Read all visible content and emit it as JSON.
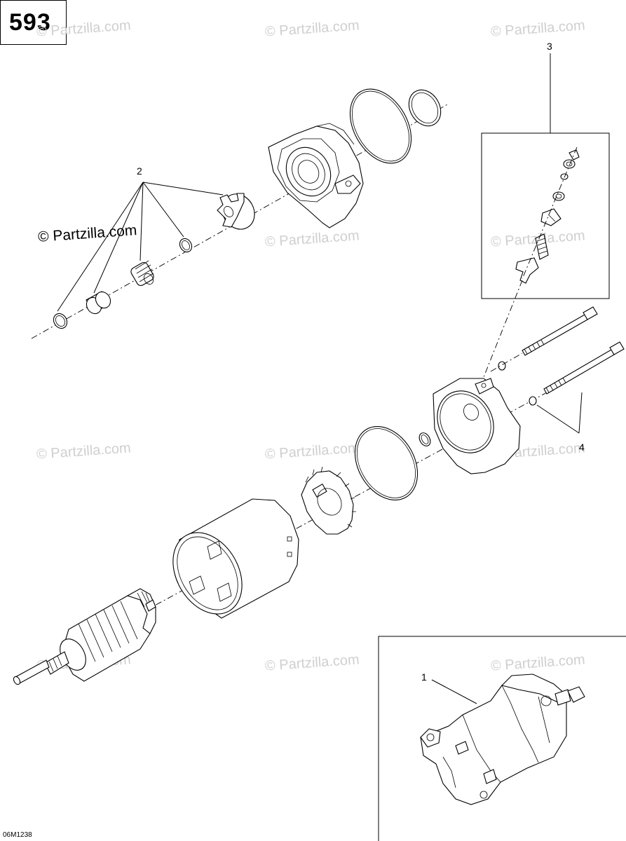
{
  "page": {
    "number": "593",
    "drawing_code": "06M1238"
  },
  "watermark": {
    "text": "© Partzilla.com"
  },
  "copyright_label": "© Partzilla.com",
  "callouts": [
    {
      "id": "1",
      "label": "1",
      "part": "starter-assembly"
    },
    {
      "id": "2",
      "label": "2",
      "part": "drive-kit"
    },
    {
      "id": "3",
      "label": "3",
      "part": "terminal-kit"
    },
    {
      "id": "4",
      "label": "4",
      "part": "screws"
    }
  ]
}
